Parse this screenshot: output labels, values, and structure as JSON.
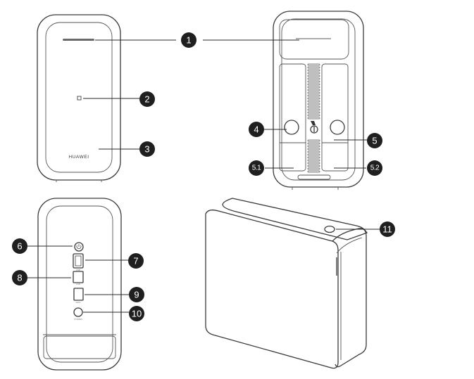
{
  "brand_label": "HUAWEI",
  "port_labels": {
    "usb": "USB",
    "lan": "LAN",
    "wan": "WAN",
    "power": "POWER"
  },
  "callouts": [
    {
      "id": "c1",
      "label": "1"
    },
    {
      "id": "c2",
      "label": "2"
    },
    {
      "id": "c3",
      "label": "3"
    },
    {
      "id": "c4",
      "label": "4"
    },
    {
      "id": "c5",
      "label": "5"
    },
    {
      "id": "c51",
      "label": "5.1"
    },
    {
      "id": "c52",
      "label": "5.2"
    },
    {
      "id": "c6",
      "label": "6"
    },
    {
      "id": "c7",
      "label": "7"
    },
    {
      "id": "c8",
      "label": "8"
    },
    {
      "id": "c9",
      "label": "9"
    },
    {
      "id": "c10",
      "label": "10"
    },
    {
      "id": "c11",
      "label": "11"
    }
  ]
}
